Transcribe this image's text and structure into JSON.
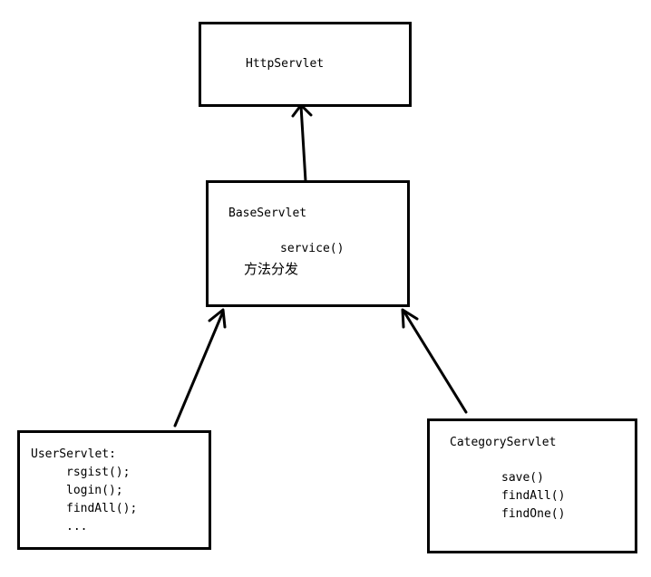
{
  "diagram": {
    "http_servlet": {
      "label": "HttpServlet"
    },
    "base_servlet": {
      "label": "BaseServlet",
      "method": "service()",
      "note": "方法分发"
    },
    "user_servlet": {
      "label": "UserServlet:",
      "methods": [
        "rsgist();",
        "login();",
        "findAll();",
        "..."
      ]
    },
    "category_servlet": {
      "label": "CategoryServlet",
      "methods": [
        "save()",
        "findAll()",
        "findOne()"
      ]
    }
  }
}
